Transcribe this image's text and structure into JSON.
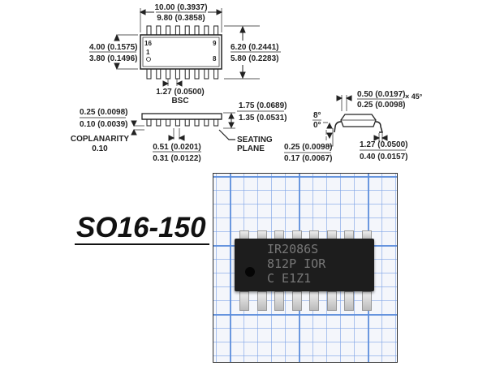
{
  "title": "SO16-150",
  "top_view": {
    "length_max": "10.00 (0.3937)",
    "length_min": "9.80 (0.3858)",
    "width_max": "4.00 (0.1575)",
    "width_min": "3.80 (0.1496)",
    "overall_max": "6.20 (0.2441)",
    "overall_min": "5.80 (0.2283)",
    "pin_16": "16",
    "pin_9": "9",
    "pin_1": "1",
    "pin_8": "8",
    "pitch": "1.27 (0.0500)",
    "pitch_note": "BSC"
  },
  "side_view": {
    "standoff_max": "0.25 (0.0098)",
    "standoff_min": "0.10 (0.0039)",
    "coplanarity_label": "COPLANARITY",
    "coplanarity_value": "0.10",
    "lead_width_max": "0.51 (0.0201)",
    "lead_width_min": "0.31 (0.0122)",
    "height_max": "1.75 (0.0689)",
    "height_min": "1.35 (0.0531)",
    "seating_1": "SEATING",
    "seating_2": "PLANE"
  },
  "end_view": {
    "chamfer_max": "0.50 (0.0197)",
    "chamfer_min": "0.25 (0.0098)",
    "chamfer_angle": "× 45°",
    "angle_max": "8°",
    "angle_min": "0°",
    "thickness_max": "0.25 (0.0098)",
    "thickness_min": "0.17 (0.0067)",
    "foot_max": "1.27 (0.0500)",
    "foot_min": "0.40 (0.0157)"
  },
  "photo": {
    "marking_line1": "IR2086S",
    "marking_line2": "812P IOR",
    "marking_line3": "C E1Z1"
  }
}
